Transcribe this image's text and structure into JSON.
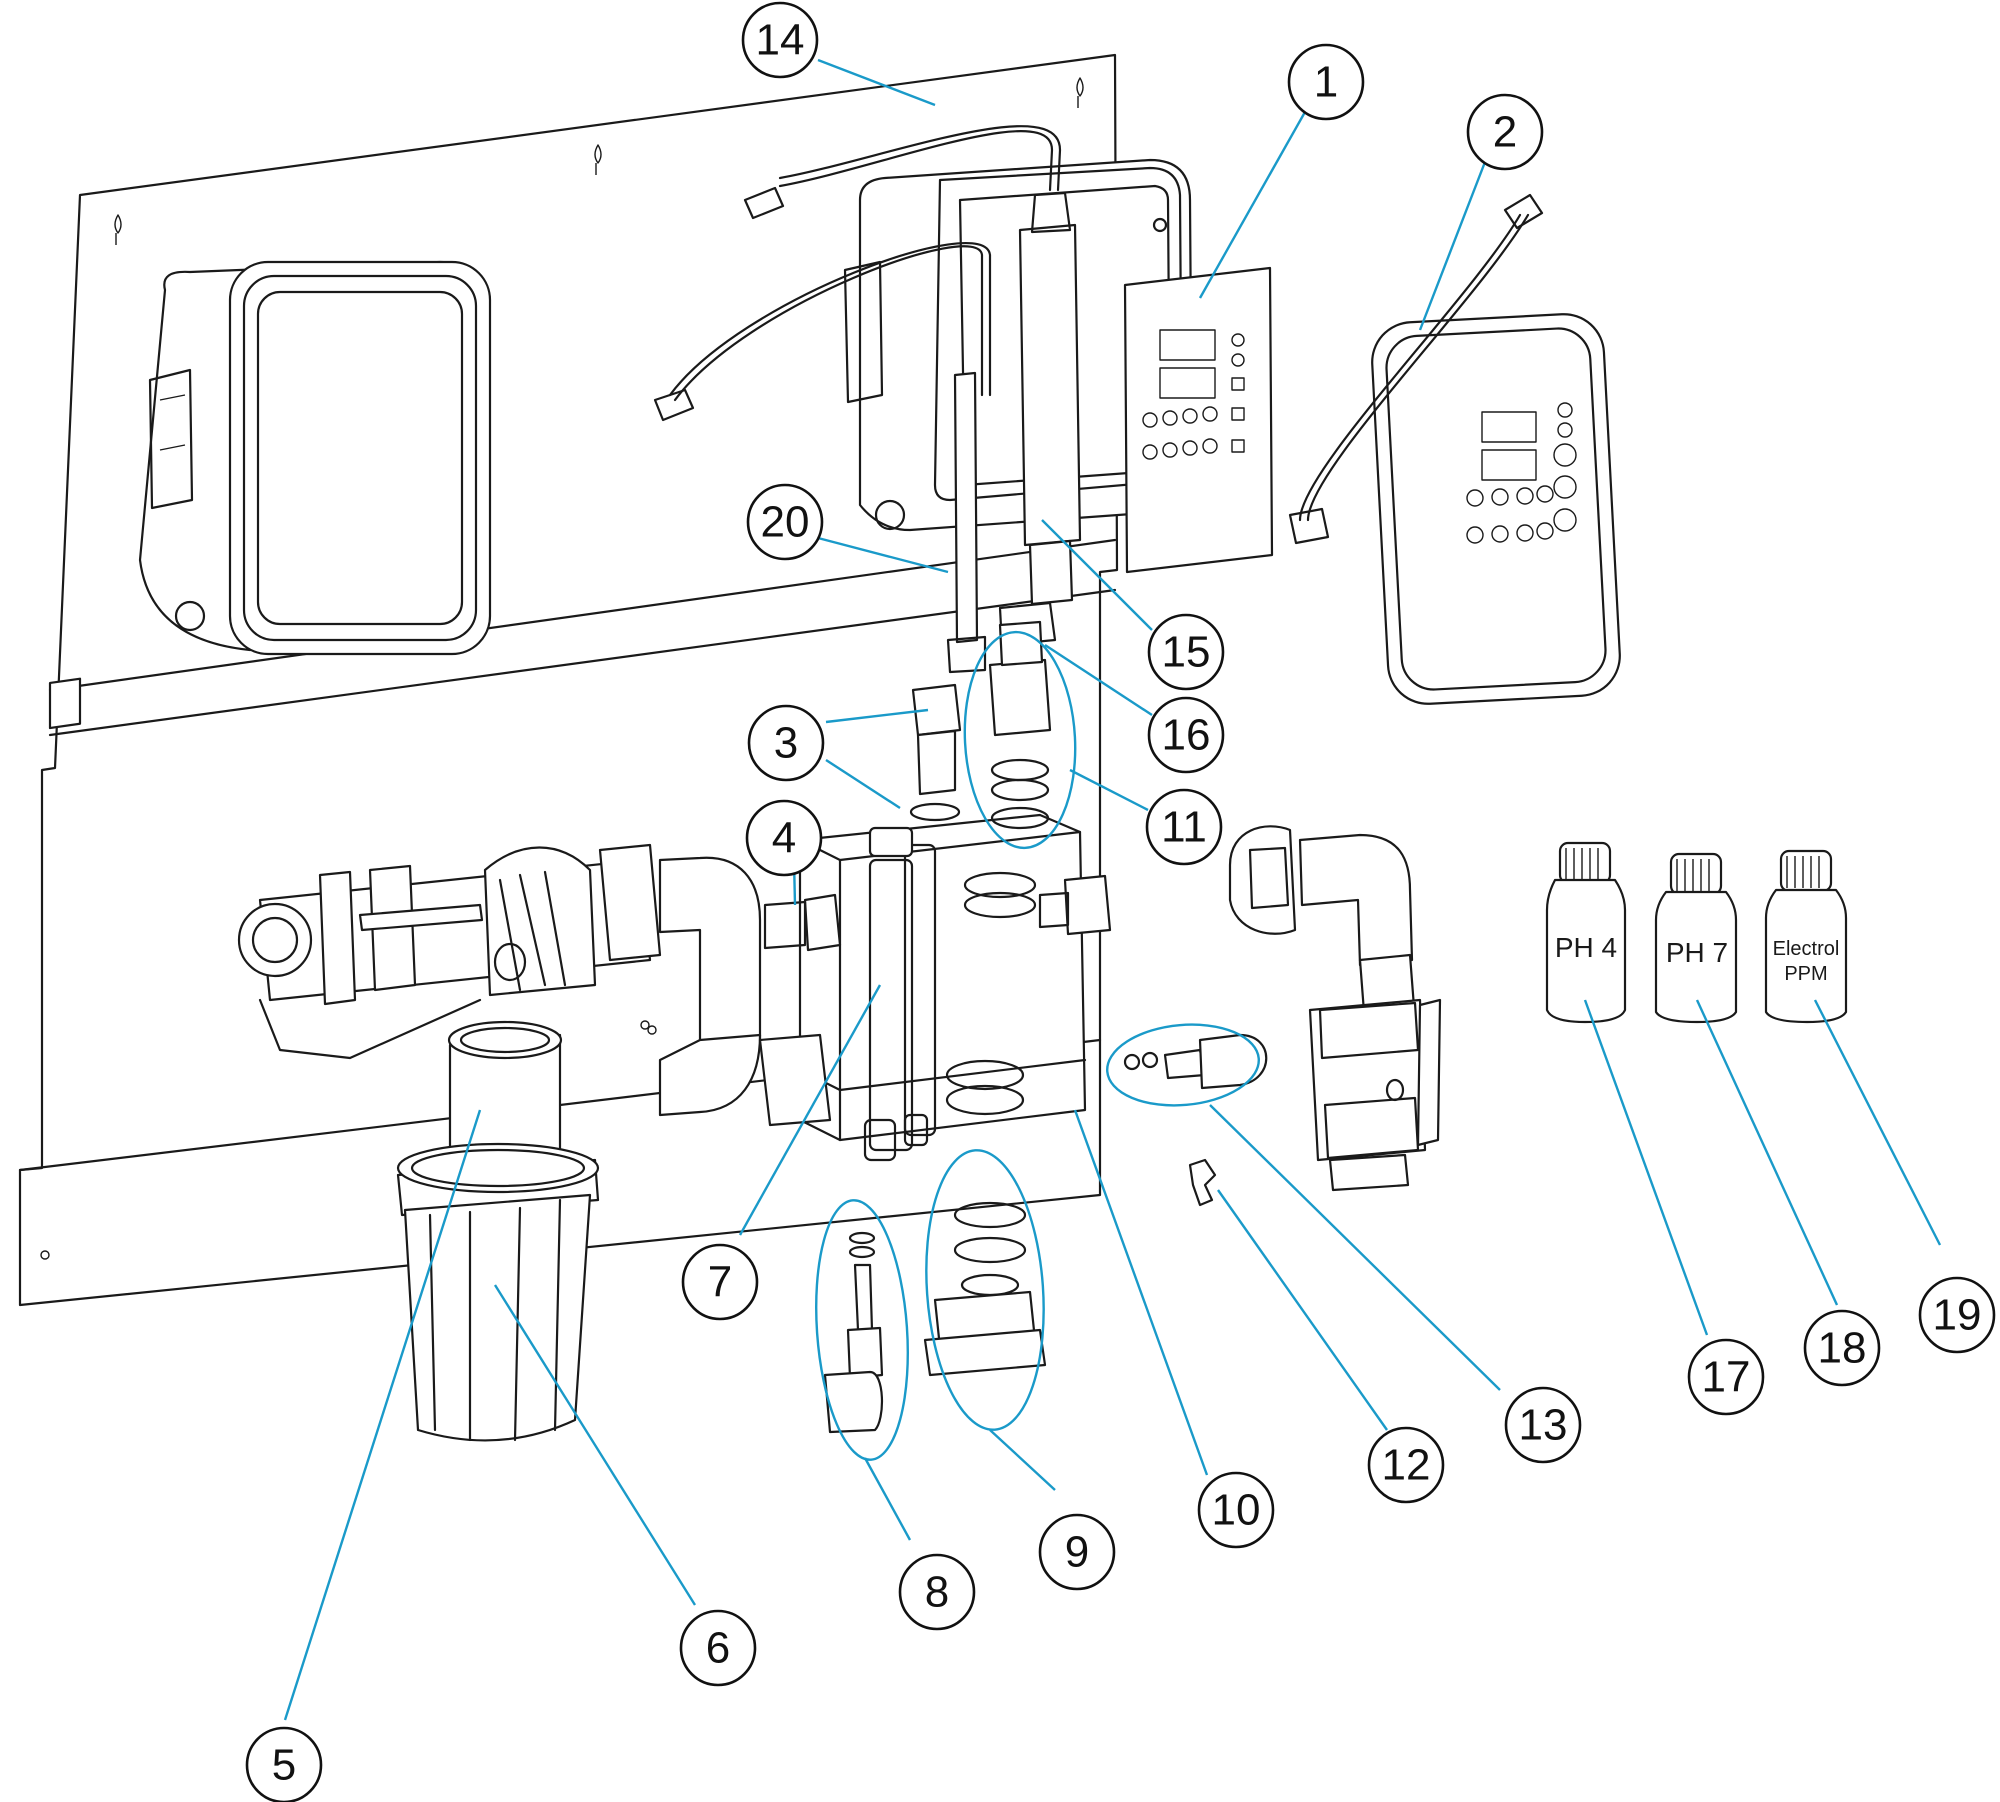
{
  "colors": {
    "line": "#1a1a1a",
    "leader": "#1a9ac9",
    "background": "#ffffff"
  },
  "bottle_labels": {
    "ph4": "PH 4",
    "ph7": "PH 7",
    "electrolyte": "Electrol",
    "electrolyte_unit": "PPM"
  },
  "callouts": [
    {
      "id": "1",
      "label": "1"
    },
    {
      "id": "2",
      "label": "2"
    },
    {
      "id": "3",
      "label": "3"
    },
    {
      "id": "4",
      "label": "4"
    },
    {
      "id": "5",
      "label": "5"
    },
    {
      "id": "6",
      "label": "6"
    },
    {
      "id": "7",
      "label": "7"
    },
    {
      "id": "8",
      "label": "8"
    },
    {
      "id": "9",
      "label": "9"
    },
    {
      "id": "10",
      "label": "10"
    },
    {
      "id": "11",
      "label": "11"
    },
    {
      "id": "12",
      "label": "12"
    },
    {
      "id": "13",
      "label": "13"
    },
    {
      "id": "14",
      "label": "14"
    },
    {
      "id": "15",
      "label": "15"
    },
    {
      "id": "16",
      "label": "16"
    },
    {
      "id": "17",
      "label": "17"
    },
    {
      "id": "18",
      "label": "18"
    },
    {
      "id": "19",
      "label": "19"
    },
    {
      "id": "20",
      "label": "20"
    }
  ]
}
